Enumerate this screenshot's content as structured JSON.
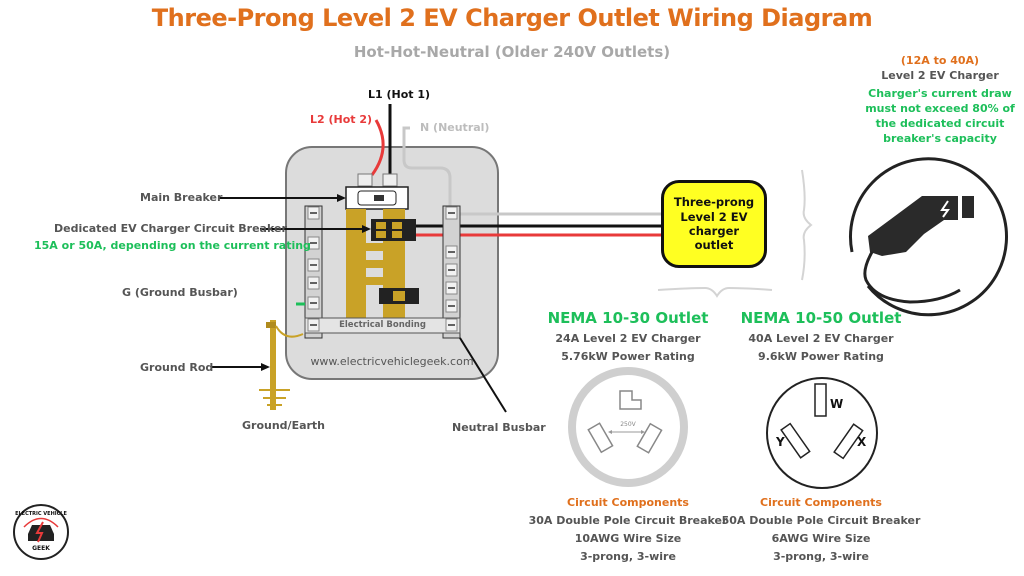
{
  "header": {
    "title": "Three-Prong Level 2 EV Charger Outlet Wiring Diagram",
    "subtitle": "Hot-Hot-Neutral (Older 240V Outlets)"
  },
  "wires": {
    "l1": "L1 (Hot 1)",
    "l2": "L2 (Hot 2)",
    "neutral": "N (Neutral)"
  },
  "panel": {
    "main_breaker": "Main Breaker",
    "ev_breaker": "Dedicated EV Charger Circuit Breaker",
    "ev_breaker_note": "15A or 50A, depending on the current rating",
    "ground_busbar": "G (Ground Busbar)",
    "bonding": "Electrical Bonding",
    "website": "www.electricvehiclegeek.com",
    "ground_rod": "Ground Rod",
    "ground_earth": "Ground/Earth",
    "neutral_busbar": "Neutral Busbar"
  },
  "outlet_box": {
    "label": "Three-prong Level 2 EV charger outlet"
  },
  "charger": {
    "range": "(12A to 40A)",
    "label": "Level 2 EV Charger",
    "note_lines": [
      "Charger's current draw",
      "must not exceed 80% of",
      "the dedicated circuit",
      "breaker's capacity"
    ],
    "icon": "ev-plug-icon"
  },
  "outlets": [
    {
      "name": "NEMA 10-30 Outlet",
      "charger": "24A Level 2 EV Charger",
      "power": "5.76kW Power Rating",
      "voltage_label": "250V",
      "components_title": "Circuit Components",
      "components": [
        "30A Double Pole Circuit Breaker",
        "10AWG Wire Size",
        "3-prong, 3-wire"
      ]
    },
    {
      "name": "NEMA 10-50 Outlet",
      "charger": "40A Level 2 EV Charger",
      "power": "9.6kW Power Rating",
      "pins": [
        "W",
        "Y",
        "X"
      ],
      "components_title": "Circuit Components",
      "components": [
        "50A Double Pole Circuit Breaker",
        "6AWG Wire Size",
        "3-prong, 3-wire"
      ]
    }
  ],
  "logo": {
    "top_text": "ELECTRIC VEHICLE",
    "bottom_text": "GEEK"
  },
  "colors": {
    "title": "#e0701d",
    "green": "#1dbf5a",
    "hot2": "#e83a3a",
    "hot1": "#111111",
    "neutral": "#c8c8c8",
    "busbar_gold": "#c9a227",
    "outlet_yellow": "#ffff22"
  }
}
